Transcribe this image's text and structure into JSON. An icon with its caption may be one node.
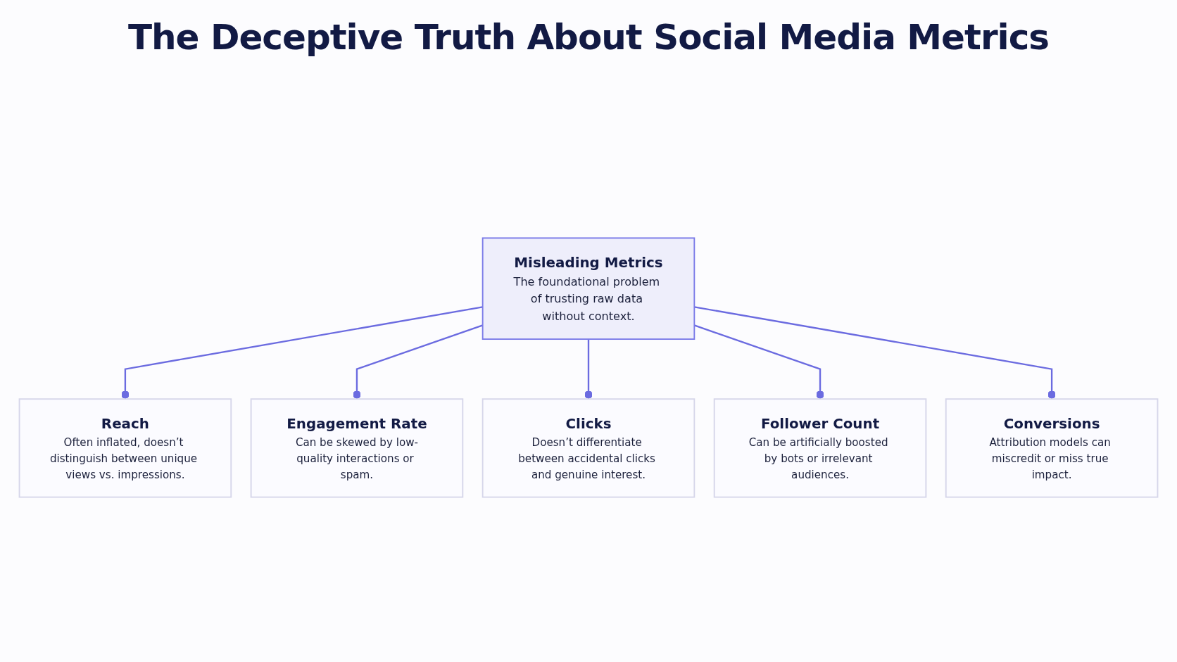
{
  "diagram": {
    "title": "The Deceptive Truth About Social Media Metrics",
    "nodes": [
      {
        "text": [
          "Misleading Metrics",
          "The foundational problem of trusting raw data without context."
        ]
      },
      {
        "text": [
          "Reach",
          "Often inflated, doesn’t distinguish between unique views vs. impressions."
        ]
      },
      {
        "text": [
          "Engagement Rate",
          "Can be skewed by low-quality interactions or spam."
        ]
      },
      {
        "text": [
          "Clicks",
          "Doesn’t differentiate between accidental clicks and genuine interest."
        ]
      },
      {
        "text": [
          "Follower Count",
          "Can be artificially boosted by bots or irrelevant audiences."
        ]
      },
      {
        "text": [
          "Conversions",
          "Attribution models can miscredit or miss true impact."
        ]
      }
    ],
    "edges": [
      {
        "from": 0,
        "to": 1,
        "arrow": "other"
      },
      {
        "from": 0,
        "to": 2,
        "arrow": "other"
      },
      {
        "from": 0,
        "to": 3,
        "arrow": "other"
      },
      {
        "from": 0,
        "to": 4,
        "arrow": "other"
      },
      {
        "from": 0,
        "to": 5,
        "arrow": "other"
      }
    ]
  }
}
